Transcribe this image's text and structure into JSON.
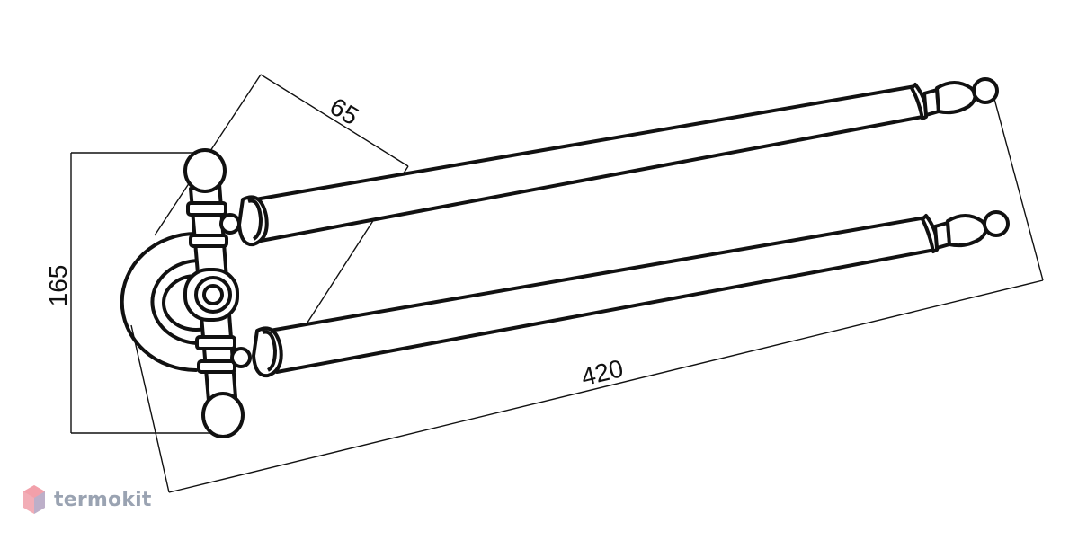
{
  "dimensions": {
    "height_label": "165",
    "depth_label": "65",
    "length_label": "420"
  },
  "watermark": {
    "text": "termokit",
    "icon": "hexagon-logo-icon",
    "accent_color": "#e8697a",
    "text_color": "#9aa3b2"
  }
}
